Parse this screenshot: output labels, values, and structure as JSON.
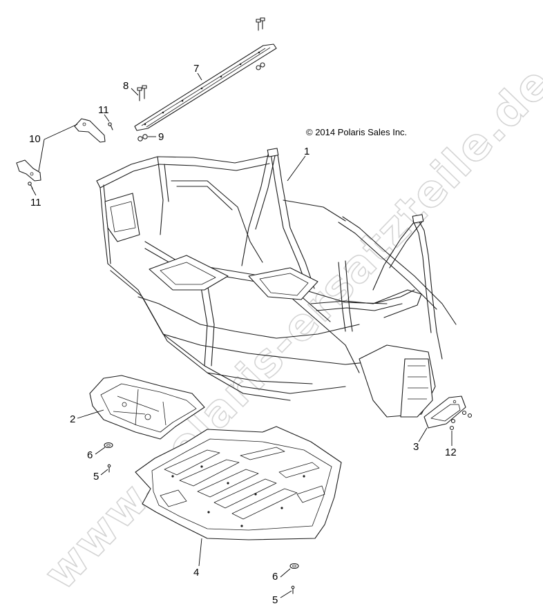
{
  "copyright": "© 2014 Polaris Sales Inc.",
  "watermark": "www.polaris-ersatzteile.de",
  "callouts": {
    "c1": "1",
    "c2": "2",
    "c3": "3",
    "c4": "4",
    "c5a": "5",
    "c5b": "5",
    "c6a": "6",
    "c6b": "6",
    "c7": "7",
    "c8": "8",
    "c9": "9",
    "c10": "10",
    "c11a": "11",
    "c11b": "11",
    "c12": "12"
  }
}
